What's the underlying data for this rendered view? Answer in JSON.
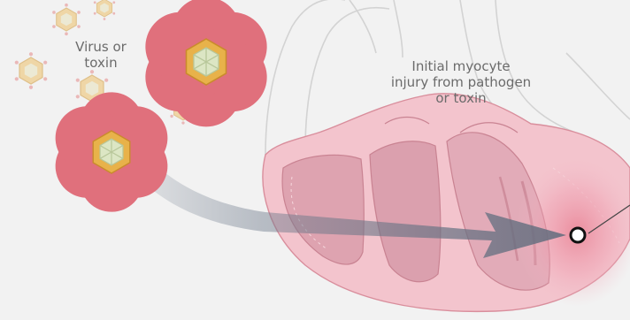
{
  "labels": {
    "virus_line1": "Virus or",
    "virus_line2": "toxin",
    "injury_line1": "Initial myocyte",
    "injury_line2": "injury from pathogen",
    "injury_line3": "or toxin"
  },
  "colors": {
    "background": "#f2f2f2",
    "virus_shell": "#e8b24a",
    "virus_spike": "#e0707c",
    "virus_core": "#dce6c4",
    "heart_wall": "#f0b9c3",
    "heart_chamber": "#dca0ad",
    "injury_glow": "#e98395",
    "arrow": "#707b8c",
    "label_text": "#6b6b6b"
  },
  "icons": [
    "virus-particle-icon",
    "heart-illustration",
    "infection-path-arrow",
    "injury-site-marker"
  ]
}
